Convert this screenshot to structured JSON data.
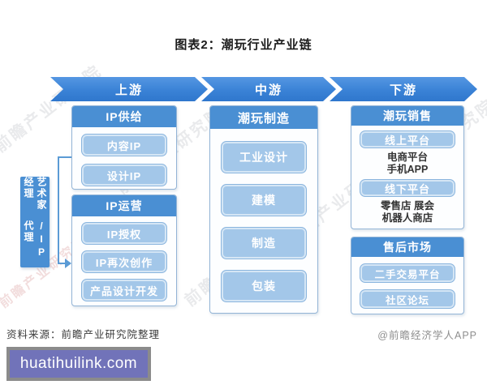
{
  "title": "图表2：潮玩行业产业链",
  "stages": {
    "upstream": "上游",
    "midstream": "中游",
    "downstream": "下游"
  },
  "side_label": {
    "line1": "艺术家经理",
    "line2": "/IP代理"
  },
  "upstream": {
    "ip_supply": {
      "header": "IP供给",
      "items": [
        "内容IP",
        "设计IP"
      ]
    },
    "ip_operation": {
      "header": "IP运营",
      "items": [
        "IP授权",
        "IP再次创作",
        "产品设计开发"
      ]
    }
  },
  "midstream": {
    "manufacturing": {
      "header": "潮玩制造",
      "items": [
        "工业设计",
        "建模",
        "制造",
        "包装"
      ]
    }
  },
  "downstream": {
    "sales": {
      "header": "潮玩销售",
      "online_label": "线上平台",
      "online_detail_1": "电商平台",
      "online_detail_2": "手机APP",
      "offline_label": "线下平台",
      "offline_detail_1": "零售店 展会",
      "offline_detail_2": "机器人商店"
    },
    "aftermarket": {
      "header": "售后市场",
      "items": [
        "二手交易平台",
        "社区论坛"
      ]
    }
  },
  "footer": {
    "source": "资料来源：前瞻产业研究院整理",
    "credit": "@前瞻经济学人APP"
  },
  "watermark_bar": {
    "text": "huatihuilink.com"
  },
  "bg_watermark": "前瞻产业研究院",
  "colors": {
    "arrow_blue": "#3a82d6",
    "header_blue": "#4a8fd3",
    "item_blue": "#a3c7e9",
    "box_border": "#93b4d6",
    "connector_blue": "#5b9bd5",
    "watermark_bar_bg": "#7173b9",
    "watermark_bar_border": "#8b8b8b"
  }
}
